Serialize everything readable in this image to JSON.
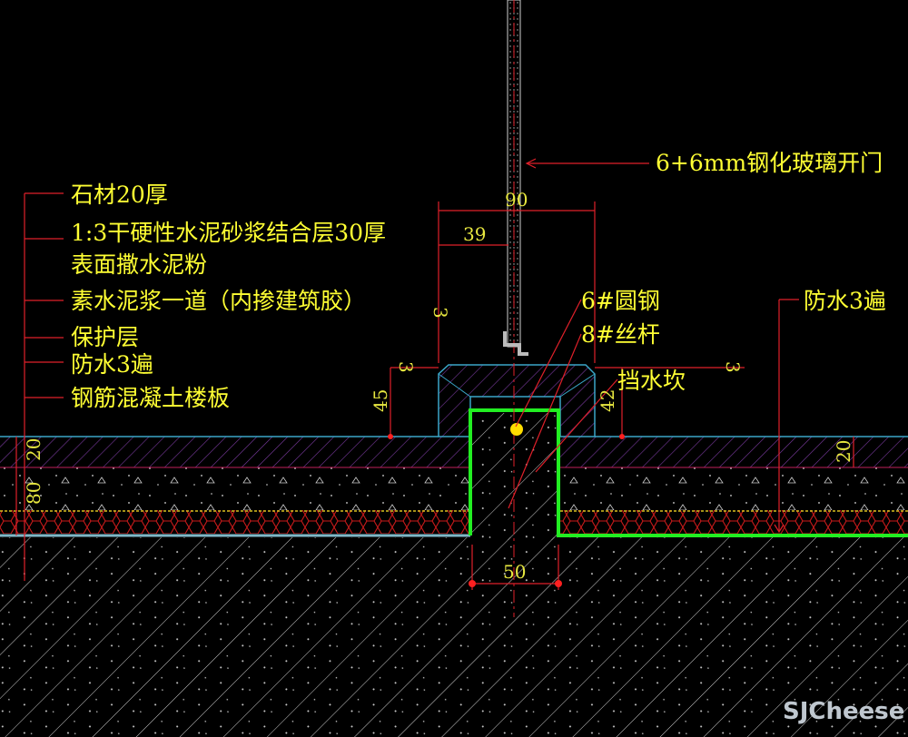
{
  "labels": {
    "stone": "石材20厚",
    "mortar": "1:3干硬性水泥砂浆结合层30厚",
    "cement_powder": "表面撒水泥粉",
    "cement_slurry": "素水泥浆一道（内掺建筑胶）",
    "protective": "保护层",
    "waterproof_left": "防水3遍",
    "slab": "钢筋混凝土楼板",
    "glass_door": "6+6mm钢化玻璃开门",
    "round_steel": "6#圆钢",
    "threaded_rod": "8#丝杆",
    "curb": "挡水坎",
    "waterproof_right": "防水3遍"
  },
  "dimensions": {
    "total_width": "90",
    "offset": "39",
    "gap_top": "3",
    "gap_left": "3",
    "gap_right": "3",
    "curb_left": "45",
    "curb_right": "42",
    "stone_left": "20",
    "mortar_left": "80",
    "stone_right": "20",
    "trench": "50"
  },
  "watermark": "SJCheese",
  "colors": {
    "background": "#000000",
    "text": "#ffff33",
    "leader": "#e0202a",
    "outline": "#3aa6c8",
    "waterproof": "#22ee22",
    "hatch": "#7a3aa0",
    "honeycomb": "#c81a1a",
    "concrete": "#d8d8d8"
  }
}
